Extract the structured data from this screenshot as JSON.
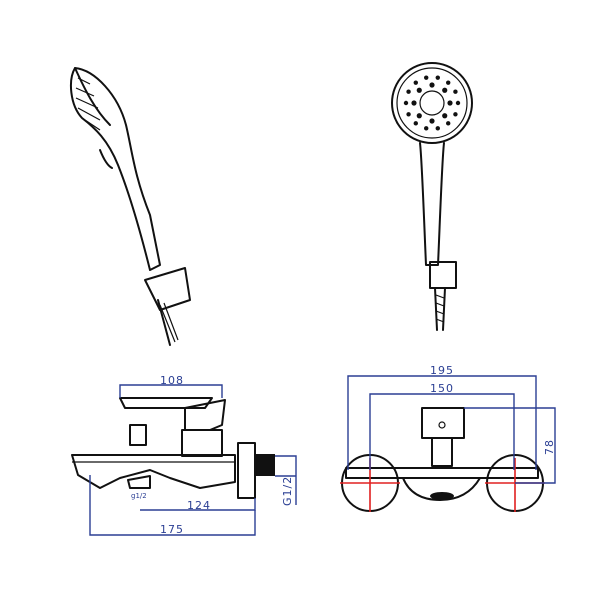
{
  "dimensions": {
    "side_view": {
      "lever_length": "108",
      "outlet_to_wall": "124",
      "total_projection": "175",
      "inlet_thread": "G1/2",
      "outlet_thread": "g1/2"
    },
    "front_view": {
      "overall_width": "195",
      "center_distance": "150",
      "height": "78"
    }
  },
  "colors": {
    "line": "#111111",
    "dimension": "#2b3f94",
    "centerline": "#e02020"
  }
}
